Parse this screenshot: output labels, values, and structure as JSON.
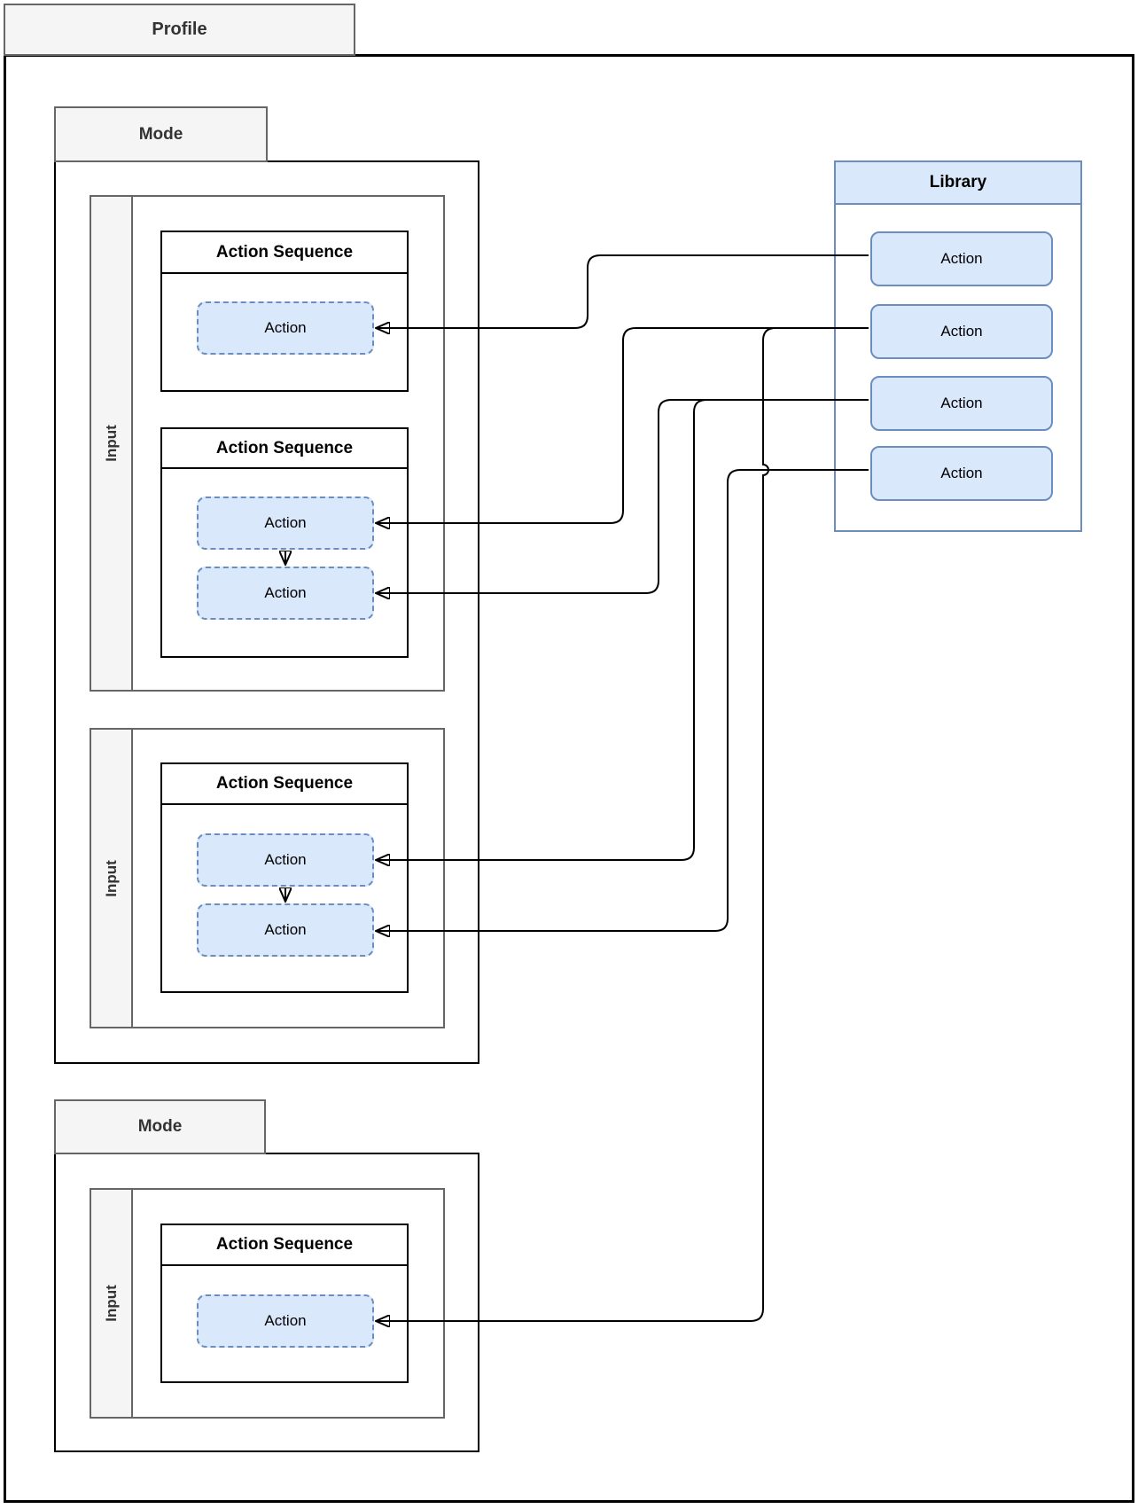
{
  "colors": {
    "node_fill": "#dae8fc",
    "node_stroke": "#6c8ebf",
    "tab_fill": "#f5f5f5",
    "tab_stroke": "#666666",
    "frame_stroke": "#000000",
    "connector": "#000000"
  },
  "profile": {
    "label": "Profile",
    "modes": [
      {
        "label": "Mode",
        "inputs": [
          {
            "label": "Input",
            "sequences": [
              {
                "title": "Action Sequence",
                "actions": [
                  "Action"
                ]
              },
              {
                "title": "Action Sequence",
                "actions": [
                  "Action",
                  "Action"
                ]
              }
            ]
          },
          {
            "label": "Input",
            "sequences": [
              {
                "title": "Action Sequence",
                "actions": [
                  "Action",
                  "Action"
                ]
              }
            ]
          }
        ]
      },
      {
        "label": "Mode",
        "inputs": [
          {
            "label": "Input",
            "sequences": [
              {
                "title": "Action Sequence",
                "actions": [
                  "Action"
                ]
              }
            ]
          }
        ]
      }
    ]
  },
  "library": {
    "title": "Library",
    "actions": [
      "Action",
      "Action",
      "Action",
      "Action"
    ]
  }
}
